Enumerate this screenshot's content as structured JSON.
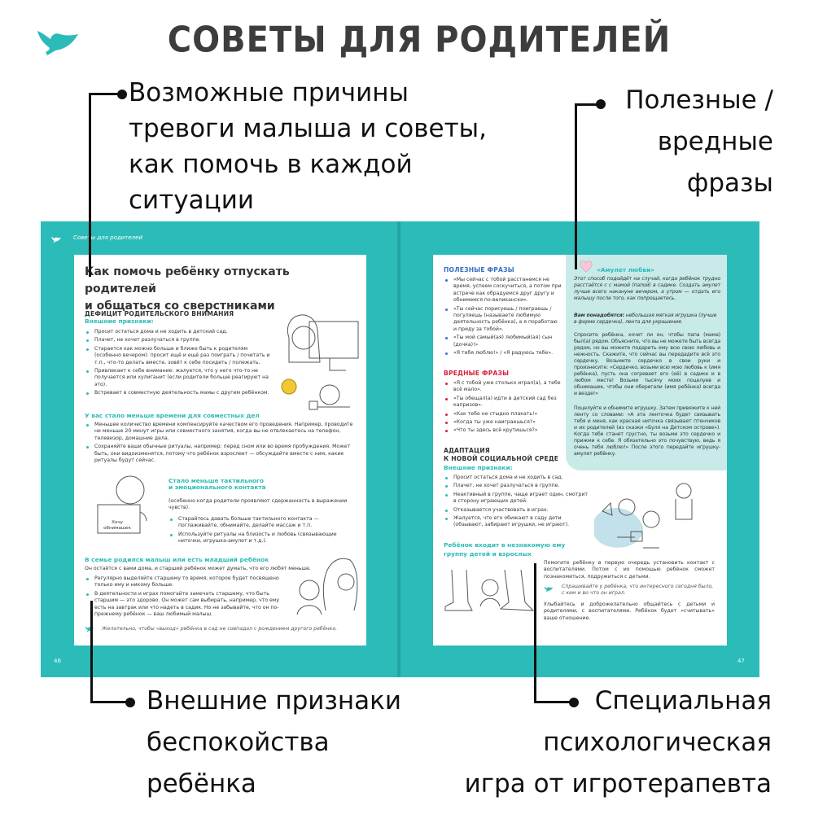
{
  "header": {
    "title": "СОВЕТЫ ДЛЯ РОДИТЕЛЕЙ",
    "logo_icon": "bird-icon",
    "accent": "#2bbbb8"
  },
  "callouts": {
    "top_left": [
      "Возможные причины",
      "тревоги малыша и советы,",
      "как помочь в каждой",
      "ситуации"
    ],
    "top_right": [
      "Полезные /",
      "вредные",
      "фразы"
    ],
    "bottom_left": [
      "Внешние признаки",
      "беспокойства",
      "ребёнка"
    ],
    "bottom_right": [
      "Специальная",
      "психологическая",
      "игра от игротерапевта"
    ]
  },
  "book": {
    "running_head": "Советы для родителей",
    "left_page_number": "46",
    "right_page_number": "47",
    "left": {
      "title": [
        "Как помочь ребёнку отпускать родителей",
        "и общаться со сверстниками"
      ],
      "section1": {
        "heading": "ДЕФИЦИТ РОДИТЕЛЬСКОГО ВНИМАНИЯ",
        "sub": "Внешние признаки:",
        "items": [
          "Просит остаться дома и не ходить в детский сад.",
          "Плачет, не хочет разлучаться в группе.",
          "Старается как можно больше и ближе быть к родителям (особенно вечером): просит ещё и ещё раз поиграть / почитать и т.п., что-то делать вместе, зовёт к себе посидеть / полежать.",
          "Привлекает к себе внимание: жалуется, что у него что-то не получается или хулиганит (если родители больше реагируют на это).",
          "Встревает в совместную деятельность мамы с другим ребёнком."
        ]
      },
      "section2": {
        "heading": "У вас стало меньше времени для совместных дел",
        "items": [
          "Меньшее количество времени компенсируйте качеством его проведения. Например, проводите не меньше 20 минут игры или совместного занятия, когда вы не отвлекаетесь на телефон, телевизор, домашние дела.",
          "Сохраняйте ваши обычные ритуалы, например: перед сном или во время пробуждения. Может быть, они видоизменятся, потому что ребёнок взрослеет — обсуждайте вместе с ним, какие ритуалы будут сейчас."
        ]
      },
      "section3": {
        "heading": [
          "Стало меньше тактильного",
          "и эмоционального контакта"
        ],
        "intro": "(особенно когда родители проявляют сдержанность в выражении чувств).",
        "items": [
          "Старайтесь давать больше тактильного контакта — поглаживайте, обнимайте, делайте массаж и т.п.",
          "Используйте ритуалы на близость и любовь (связывающие ниточки, игрушка-амулет и т.д.)."
        ],
        "sign": [
          "Хочу",
          "обнимашек"
        ]
      },
      "section4": {
        "heading": "В семье родился малыш или есть младший ребёнок",
        "intro": "Он остаётся с вами дома, и старший ребёнок может думать, что его любят меньше.",
        "items": [
          "Регулярно выделяйте старшему то время, которое будет посвящено только ему и никому больше.",
          "В деятельности и играх помогайте замечать старшему, что быть старшим — это здорово. Он может сам выбирать, например, что ему есть на завтрак или что надеть в садик. Но не забывайте, что он по-прежнему ребёнок — ваш любимый малыш."
        ],
        "note": "Желательно, чтобы «выход» ребёнка в сад не совпадал с рождением другого ребёнка."
      }
    },
    "right": {
      "useful": {
        "heading": "ПОЛЕЗНЫЕ ФРАЗЫ",
        "color": "#3a6fc4",
        "items": [
          "«Мы сейчас с тобой расстанемся не время, успеем соскучиться, а потом при встрече как обрадуемся друг другу и обнимемся по-великански».",
          "«Ты сейчас порисуешь / поиграешь / погуляешь (называете любимую деятельность ребёнка), а я поработаю и приду за тобой».",
          "«Ты мой самый(ая) любимый(ая) сын (дочка)!»",
          "«Я тебя люблю!» / «Я радуюсь тебе»."
        ]
      },
      "harmful": {
        "heading": "ВРЕДНЫЕ ФРАЗЫ",
        "color": "#d4213d",
        "items": [
          "«Я с тобой уже столько играл(а), а тебе всё мало».",
          "«Ты обещал(а) идти в детский сад без капризов».",
          "«Как тебе не стыдно плакать!»",
          "«Когда ты уже наиграешься?»",
          "«Что ты здесь всё крутишься?»"
        ]
      },
      "adaptation": {
        "heading": [
          "АДАПТАЦИЯ",
          "К НОВОЙ СОЦИАЛЬНОЙ СРЕДЕ"
        ],
        "sub": "Внешние признаки:",
        "items": [
          "Просит остаться дома и не ходить в сад.",
          "Плачет, не хочет разлучаться в группе.",
          "Неактивный в группе, чаще играет один, смотрит в сторону играющих детей.",
          "Отказывается участвовать в играх.",
          "Жалуется, что его обижают в саду дети (обзывают, забирают игрушки, не играют)."
        ]
      },
      "group": {
        "heading": [
          "Ребёнок входит в незнакомую ему",
          "группу детей и взрослых"
        ],
        "p1": "Помогите ребёнку в первую очередь установить контакт с воспитателями. Потом с их помощью ребёнок сможет познакомиться, подружиться с детьми.",
        "note": "Спрашивайте у ребёнка, что интересного сегодня было, с кем и во что он играл.",
        "p2": "Улыбайтесь и доброжелательно общайтесь с детьми и родителями, с воспитателями. Ребёнок будет «считывать» ваше отношение."
      },
      "amulet": {
        "heading": "«Амулет любви»",
        "intro": "Этот способ подойдёт на случай, когда ребёнок трудно расстаётся с с мамой (папой) в садике. Создать амулет лучше всего накануне вечером, а утром — отдать его малышу после того, как попрощаетесь.",
        "needs_label": "Вам понадобятся:",
        "needs": " небольшая мягкая игрушка (лучше в форме сердечка), лента для украшения.",
        "p1": "Спросите ребёнка, хочет ли он, чтобы папа (мама) был(а) рядом. Объясните, что вы не можете быть всегда рядом, но вы можете подарить ему всю свою любовь и нежность. Скажите, что сейчас вы передадите всё это сердечку. Возьмите сердечко в свои руки и произнесите: «Сердечко, возьми всю мою любовь к (имя ребёнка), пусть она согревает его (её) в садике и в любом месте! Возьми тысячу моих поцелуев и обнимашек, чтобы они оберегали (имя ребёнка) всегда и везде!»",
        "p2": "Поцелуйте и обнимите игрушку. Затем привяжите к ней ленту со словами: «А эта ленточка будет связывать тебя и меня, как красная ниточка связывает птенчиков и их родителей (из сказки «Буля на Детском острове»). Когда тебе станет грустно, ты возьми это сердечко и прижми к себе. Я обязательно это почувствую, ведь я очень тебя люблю!» После этого передайте игрушку-амулет ребёнку.",
        "box_color": "#c8eae8"
      }
    }
  }
}
